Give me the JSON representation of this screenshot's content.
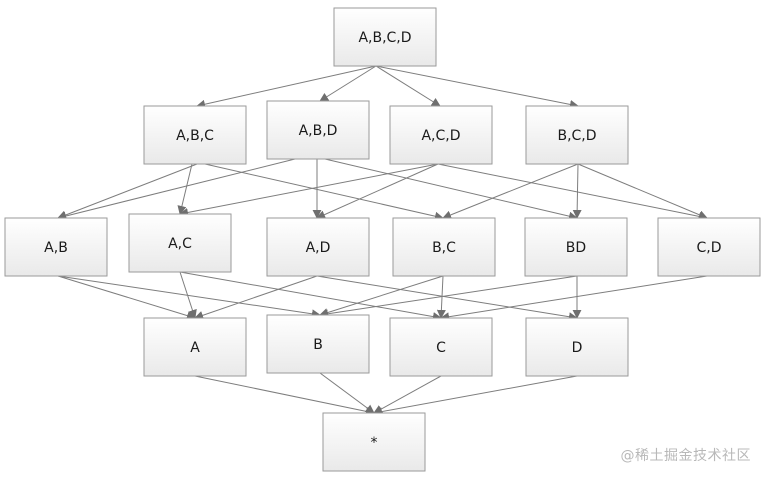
{
  "nodes": [
    {
      "id": "ABCD",
      "label": "A,B,C,D",
      "level": 0
    },
    {
      "id": "ABC",
      "label": "A,B,C",
      "level": 1
    },
    {
      "id": "ABD",
      "label": "A,B,D",
      "level": 1
    },
    {
      "id": "ACD",
      "label": "A,C,D",
      "level": 1
    },
    {
      "id": "BCD",
      "label": "B,C,D",
      "level": 1
    },
    {
      "id": "AB",
      "label": "A,B",
      "level": 2
    },
    {
      "id": "AC",
      "label": "A,C",
      "level": 2
    },
    {
      "id": "AD",
      "label": "A,D",
      "level": 2
    },
    {
      "id": "BC",
      "label": "B,C",
      "level": 2
    },
    {
      "id": "BD",
      "label": "BD",
      "level": 2
    },
    {
      "id": "CD",
      "label": "C,D",
      "level": 2
    },
    {
      "id": "A",
      "label": "A",
      "level": 3
    },
    {
      "id": "B",
      "label": "B",
      "level": 3
    },
    {
      "id": "C",
      "label": "C",
      "level": 3
    },
    {
      "id": "D",
      "label": "D",
      "level": 3
    },
    {
      "id": "EMPTY",
      "label": "*",
      "level": 4
    }
  ],
  "edges": [
    [
      "ABCD",
      "ABC"
    ],
    [
      "ABCD",
      "ABD"
    ],
    [
      "ABCD",
      "ACD"
    ],
    [
      "ABCD",
      "BCD"
    ],
    [
      "ABC",
      "AB"
    ],
    [
      "ABC",
      "AC"
    ],
    [
      "ABC",
      "BC"
    ],
    [
      "ABD",
      "AB"
    ],
    [
      "ABD",
      "AD"
    ],
    [
      "ABD",
      "BD"
    ],
    [
      "ACD",
      "AC"
    ],
    [
      "ACD",
      "AD"
    ],
    [
      "ACD",
      "CD"
    ],
    [
      "BCD",
      "BC"
    ],
    [
      "BCD",
      "BD"
    ],
    [
      "BCD",
      "CD"
    ],
    [
      "AB",
      "A"
    ],
    [
      "AB",
      "B"
    ],
    [
      "AC",
      "A"
    ],
    [
      "AC",
      "C"
    ],
    [
      "AD",
      "A"
    ],
    [
      "AD",
      "D"
    ],
    [
      "BC",
      "B"
    ],
    [
      "BC",
      "C"
    ],
    [
      "BD",
      "B"
    ],
    [
      "BD",
      "D"
    ],
    [
      "CD",
      "C"
    ],
    [
      "A",
      "EMPTY"
    ],
    [
      "B",
      "EMPTY"
    ],
    [
      "C",
      "EMPTY"
    ],
    [
      "D",
      "EMPTY"
    ]
  ],
  "watermark": "@稀土掘金技术社区"
}
